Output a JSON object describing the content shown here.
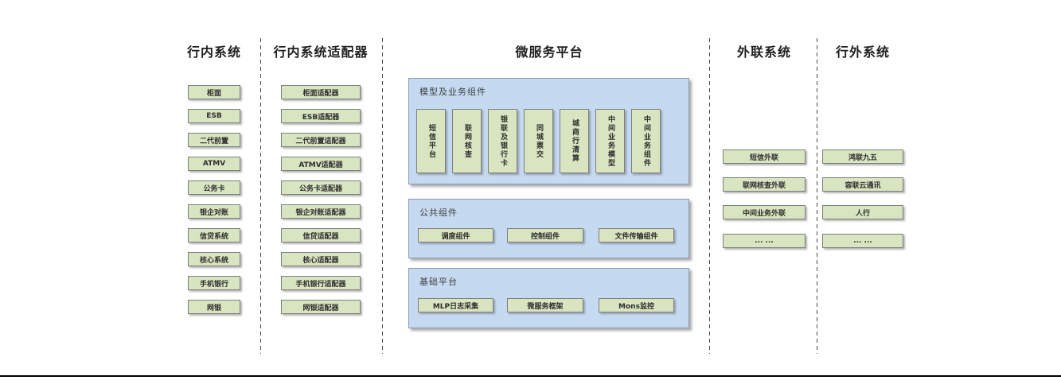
{
  "col_internal": {
    "title": "行内系统",
    "items": [
      "柜面",
      "ESB",
      "二代前置",
      "ATMV",
      "公务卡",
      "银企对账",
      "信贷系统",
      "核心系统",
      "手机银行",
      "网银"
    ]
  },
  "col_adapter": {
    "title": "行内系统适配器",
    "items": [
      "柜面适配器",
      "ESB适配器",
      "二代前置适配器",
      "ATMV适配器",
      "公务卡适配器",
      "银企对账适配器",
      "信贷适配器",
      "核心适配器",
      "手机银行适配器",
      "网银适配器"
    ]
  },
  "platform": {
    "title": "微服务平台",
    "sections": {
      "model": {
        "title": "模型及业务组件",
        "items": [
          "短信平台",
          "联网核查",
          "银联及银行卡",
          "同城票交",
          "城商行清算",
          "中间业务模型",
          "中间业务组件"
        ]
      },
      "common": {
        "title": "公共组件",
        "items": [
          "调度组件",
          "控制组件",
          "文件传输组件"
        ]
      },
      "base": {
        "title": "基础平台",
        "items": [
          "MLP日志采集",
          "微服务框架",
          "Mons监控"
        ]
      }
    }
  },
  "col_outreach": {
    "title": "外联系统",
    "items": [
      "短信外联",
      "联网核查外联",
      "中间业务外联",
      "... ..."
    ]
  },
  "col_external": {
    "title": "行外系统",
    "items": [
      "鸿联九五",
      "容联云通讯",
      "人行",
      "... ..."
    ]
  },
  "colors": {
    "green_fill": "#d9e5c1",
    "green_border": "#7f7f7f",
    "blue_fill": "#c5d9f1",
    "blue_border": "#8b9bb0",
    "bottom_line": "#000000"
  }
}
